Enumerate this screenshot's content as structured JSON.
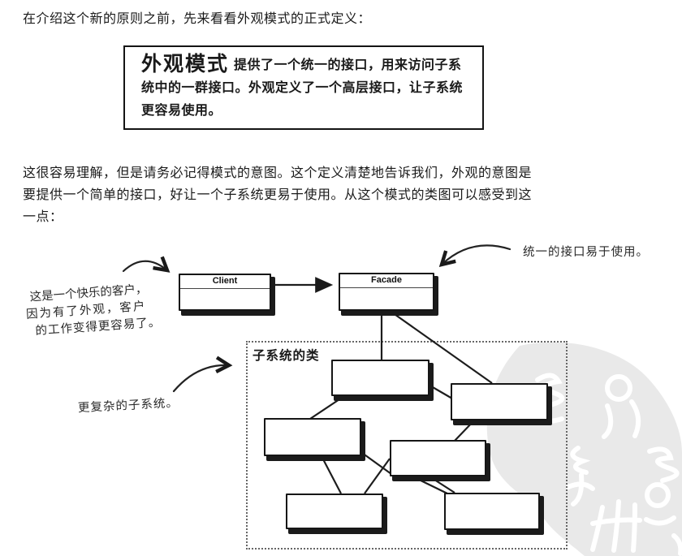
{
  "page": {
    "intro": "在介绍这个新的原则之前，先来看看外观模式的正式定义：",
    "definition": {
      "term": "外观模式",
      "body": "提供了一个统一的接口，用来访问子系统中的一群接口。外观定义了一个高层接口，让子系统更容易使用。"
    },
    "paragraph_lines": [
      "这很容易理解，但是请务必记得模式的意图。这个定义清楚地告诉我们，外观的意图是",
      "要提供一个简单的接口，好让一个子系统更易于使用。从这个模式的类图可以感受到这",
      "一点："
    ]
  },
  "diagram": {
    "client_label": "Client",
    "facade_label": "Facade",
    "subsystem_label": "子系统的类",
    "notes": {
      "happy_client_lines": [
        "这是一个快乐的客户，",
        "因为有了外观，客户",
        "的工作变得更容易了。"
      ],
      "unified_interface": "统一的接口易于使用。",
      "complex_subsystem": "更复杂的子系统。"
    }
  },
  "colors": {
    "ink": "#1a1a1a",
    "watermark_gray": "#e9e9e9"
  }
}
